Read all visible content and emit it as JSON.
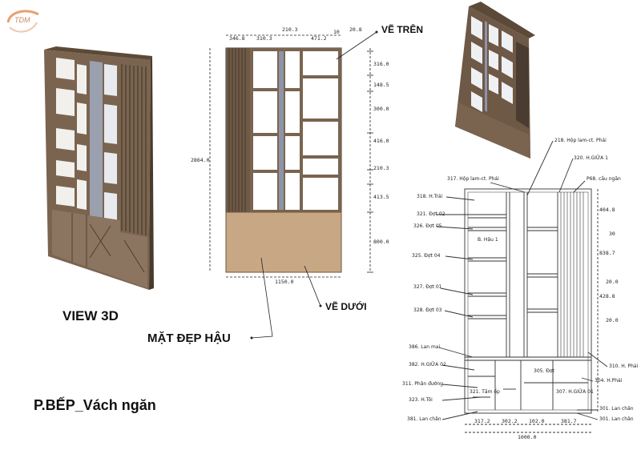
{
  "logo_text": "TDM",
  "labels": {
    "view_3d": "VIEW 3D",
    "title": "P.BẾP_Vách ngăn",
    "ve_tren": "VẼ TRÊN",
    "ve_duoi": "VẼ DƯỚI",
    "mat_dep_hau": "MẶT ĐẸP HẬU"
  },
  "front_elevation": {
    "top_dims": [
      "346.8",
      "310.3",
      "210.3",
      "471.2",
      "10",
      "20.8"
    ],
    "right_dims": [
      "316.0",
      "148.5",
      "300.0",
      "416.0",
      "210.3",
      "413.5",
      "800.0"
    ],
    "height_dim": "2864.0",
    "width_dim": "1150.0"
  },
  "detail_drawing": {
    "left_callouts": [
      "318. H.Trái",
      "321. Đợt 02",
      "326. Đợt 05",
      "325. Đợt 04",
      "327. Đợt 01",
      "328. Đợt 03",
      "386. Lan mai",
      "382. H.GIỮA 02",
      "311. Phân đường",
      "323. H.Tôi",
      "381. Lan chân"
    ],
    "top_callouts": [
      "317. Hộp lam-ct. Phái",
      "218. Hộp lam-ct. Phái",
      "320. H.GIỮA 1",
      "P68. cầu ngăn"
    ],
    "right_callouts": [
      "310. H. Phải",
      "304. H.Phái",
      "301. Lan chân",
      "301. Lan chân"
    ],
    "inner_callouts": [
      "B. Hậu 1",
      "305. Đợt",
      "307. H.GIỮA 01",
      "321. Tấm ốp"
    ],
    "right_dims": [
      "404.8",
      "30",
      "838.7",
      "20.0",
      "428.8",
      "20.0"
    ],
    "bottom_dims": [
      "317.2",
      "302.2",
      "102.0",
      "381.7"
    ],
    "width_dim": "1000.0"
  }
}
